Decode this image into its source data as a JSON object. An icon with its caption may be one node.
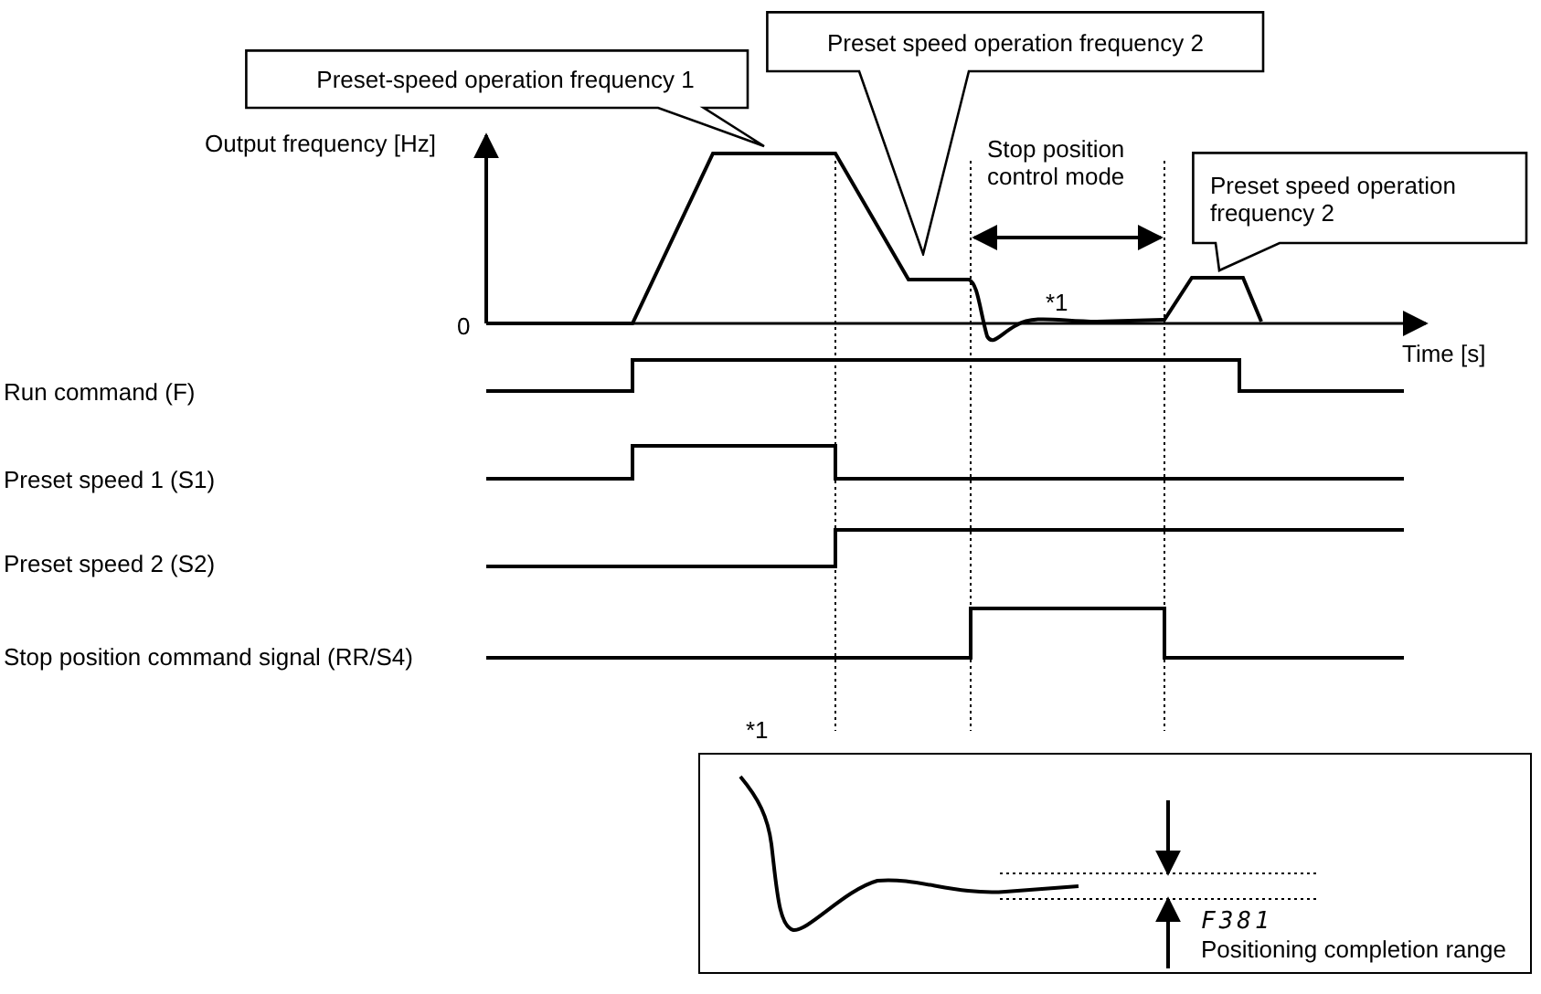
{
  "diagram": {
    "nodes": [
      {
        "text": [
          "Preset-speed operation frequency 1"
        ]
      },
      {
        "text": [
          "Preset speed operation frequency 2"
        ]
      },
      {
        "text": [
          "Preset speed operation frequency 2"
        ]
      },
      {
        "text": [
          "F381",
          "Positioning completion range"
        ],
        "beside": [
          "*1"
        ]
      }
    ],
    "labels": [
      "Output frequency [Hz]",
      "Stop position control mode",
      "*1",
      "0",
      "Time [s]",
      "Run command (F)",
      "Preset speed 1 (S1)",
      "Preset speed 2 (S2)",
      "Stop position command signal (RR/S4)"
    ]
  }
}
